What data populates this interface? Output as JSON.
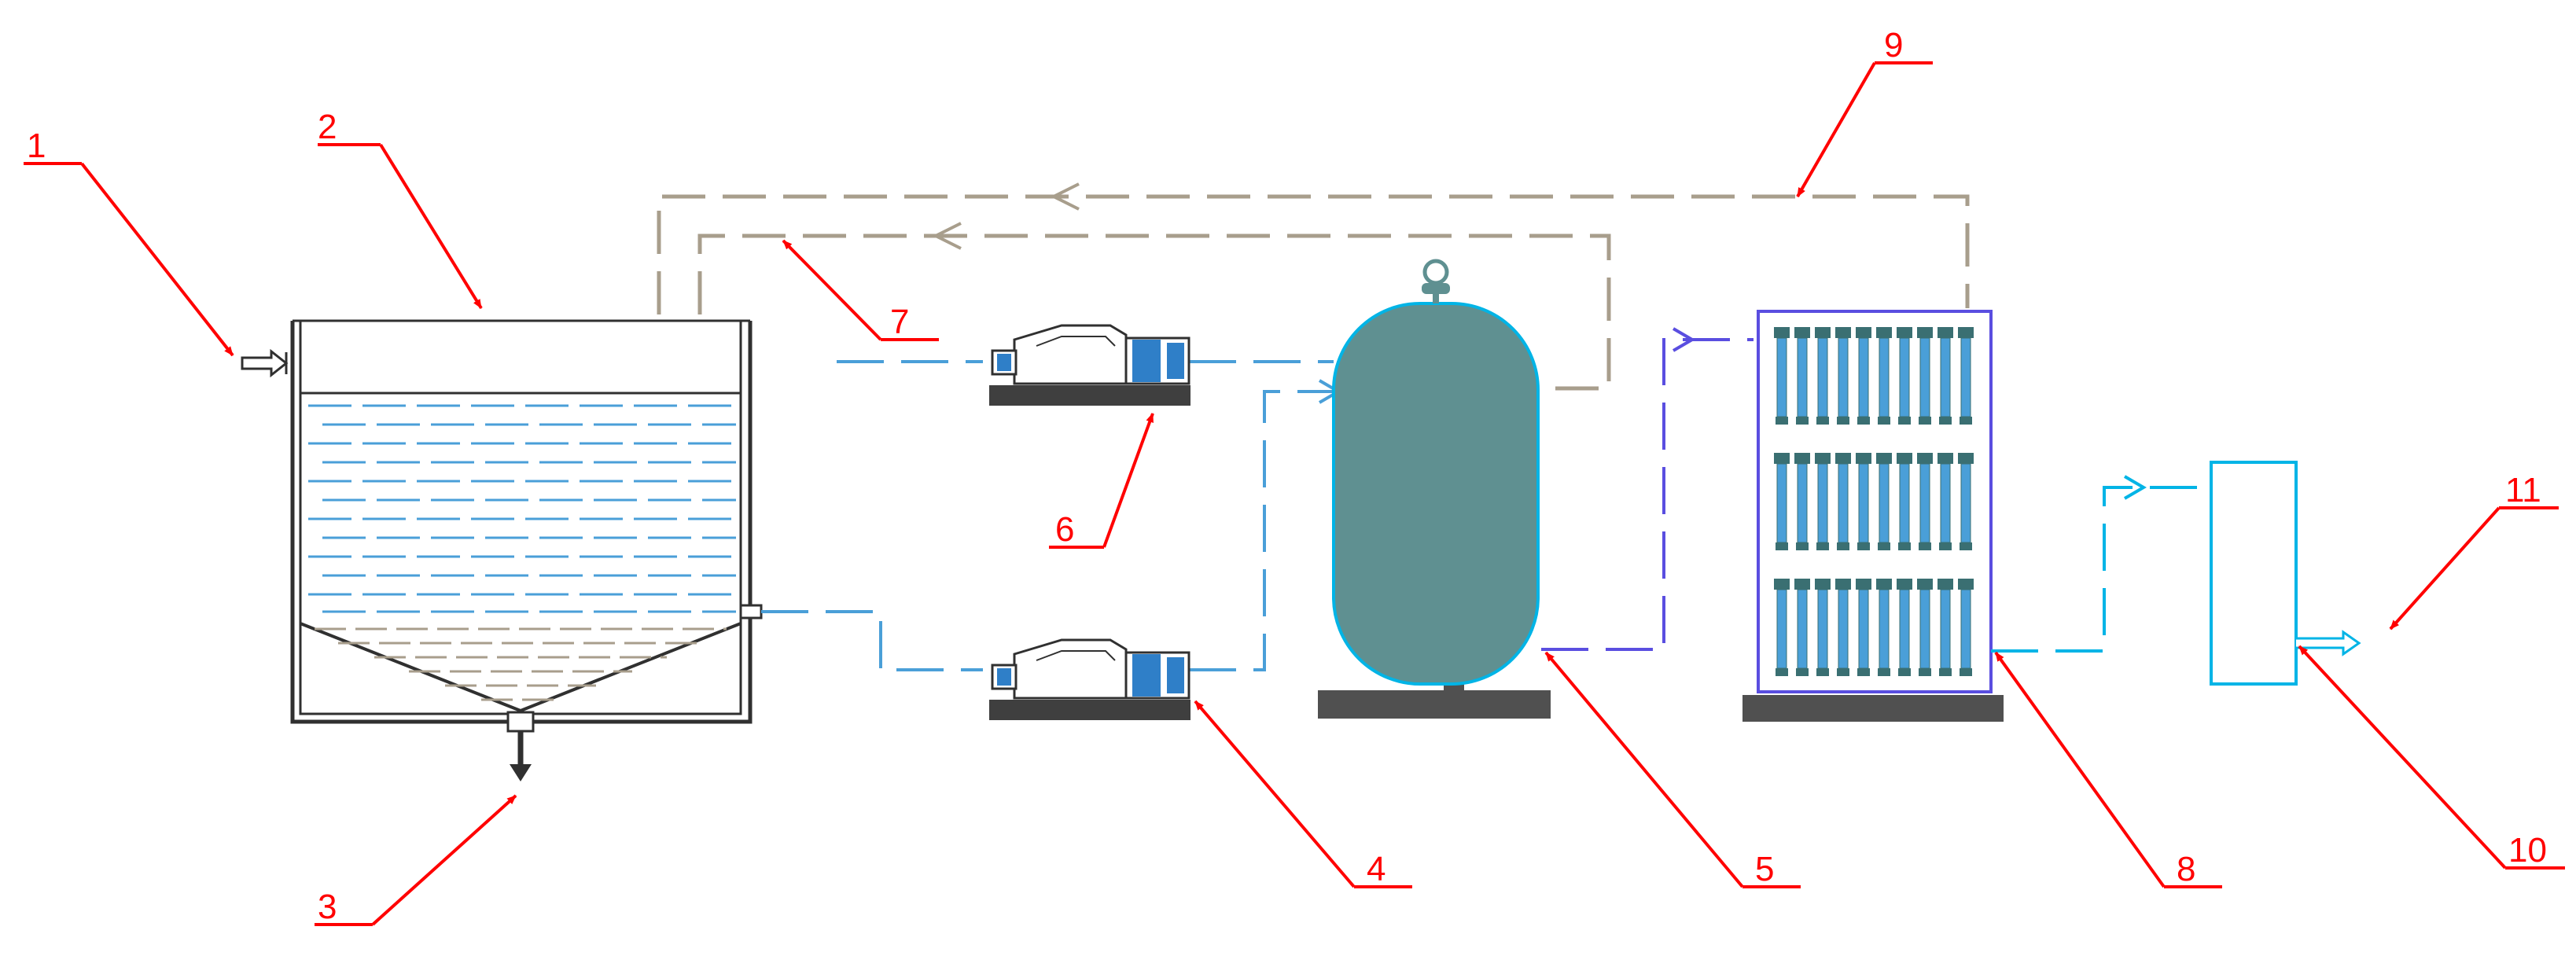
{
  "diagram": {
    "colors": {
      "label": "#ff0000",
      "water": "#4a9fd8",
      "sludge": "#a89e8c",
      "return": "#a89e8c",
      "feed": "#2f7fc8",
      "permeate": "#00b4e6",
      "concentrate": "#5a4ee0",
      "outline": "#303030",
      "vessel": "#5f9091",
      "base": "#505050"
    },
    "labels": [
      {
        "id": "1",
        "text": "1"
      },
      {
        "id": "2",
        "text": "2"
      },
      {
        "id": "3",
        "text": "3"
      },
      {
        "id": "4",
        "text": "4"
      },
      {
        "id": "5",
        "text": "5"
      },
      {
        "id": "6",
        "text": "6"
      },
      {
        "id": "7",
        "text": "7"
      },
      {
        "id": "8",
        "text": "8"
      },
      {
        "id": "9",
        "text": "9"
      },
      {
        "id": "10",
        "text": "10"
      },
      {
        "id": "11",
        "text": "11"
      }
    ]
  }
}
